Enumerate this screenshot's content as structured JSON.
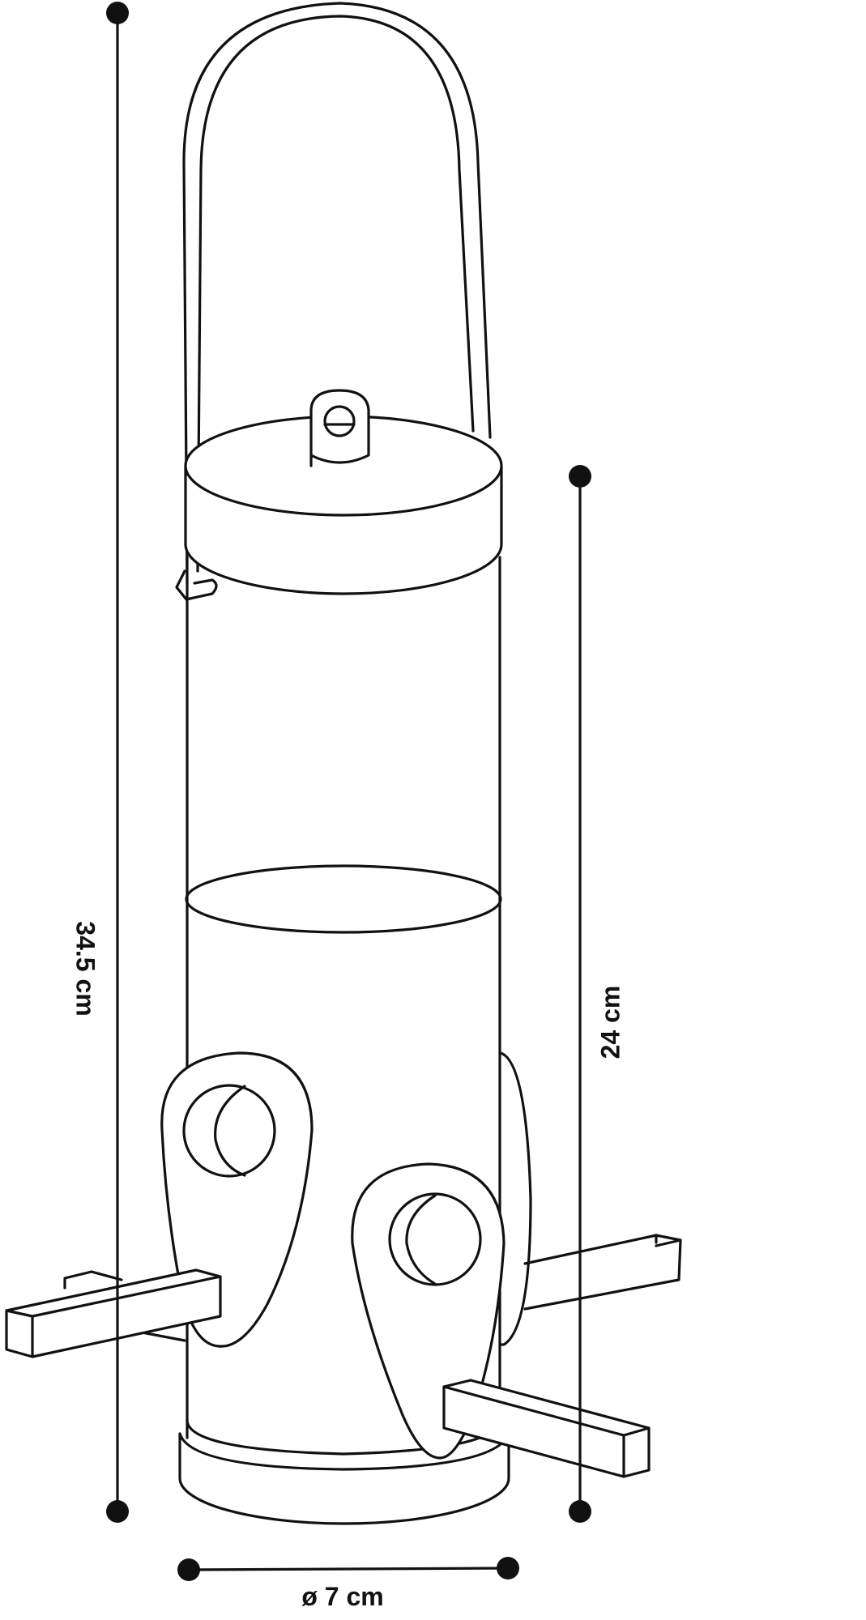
{
  "subject_icon": "bird-feeder-icon",
  "dimensions": {
    "total_height": {
      "label": "34.5 cm",
      "value": 34.5,
      "unit": "cm"
    },
    "tube_height": {
      "label": "24 cm",
      "value": 24,
      "unit": "cm"
    },
    "diameter": {
      "label": "ø 7 cm",
      "value": 7,
      "unit": "cm"
    }
  },
  "colors": {
    "ink": "#111111",
    "background": "#ffffff"
  }
}
